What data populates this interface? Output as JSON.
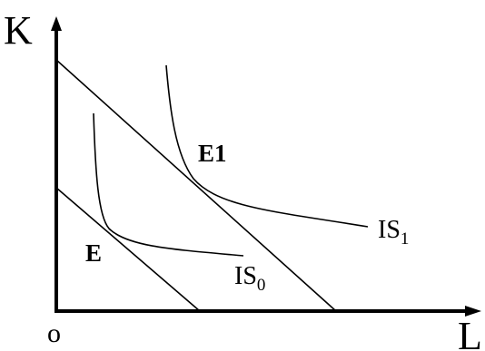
{
  "axes": {
    "y_label": "K",
    "x_label": "L",
    "origin_label": "o"
  },
  "points": {
    "E1": "E1",
    "E": "E"
  },
  "curves": {
    "IS1_base": "IS",
    "IS1_sub": "1",
    "IS0_base": "IS",
    "IS0_sub": "0"
  },
  "colors": {
    "ink": "#000000",
    "background": "#ffffff"
  }
}
